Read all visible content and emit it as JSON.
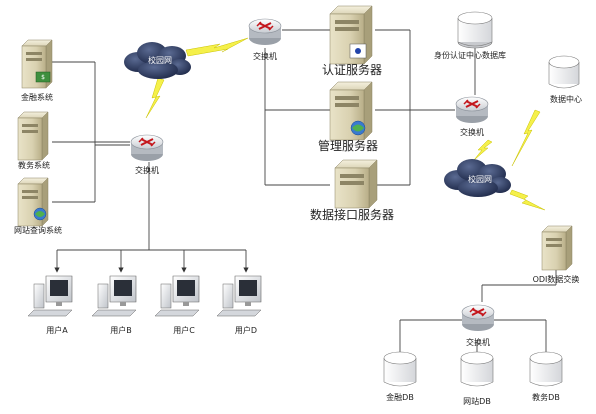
{
  "nodes": {
    "cloud_left": {
      "label": "校园网"
    },
    "cloud_right": {
      "label": "校园网"
    },
    "switch_top": {
      "label": "交换机"
    },
    "switch_left": {
      "label": "交换机"
    },
    "switch_right": {
      "label": "交换机"
    },
    "switch_bottom": {
      "label": "交换机"
    },
    "server_finance": {
      "label": "金融系统"
    },
    "server_academic": {
      "label": "教务系统"
    },
    "server_web": {
      "label": "网站查询系统"
    },
    "server_auth": {
      "label": "认证服务器"
    },
    "server_mgmt": {
      "label": "管理服务器"
    },
    "server_data": {
      "label": "数据接口服务器"
    },
    "server_odi": {
      "label": "ODI数据交换"
    },
    "db_identity": {
      "label": "身份认证中心数据库"
    },
    "db_datacenter": {
      "label": "数据中心"
    },
    "db_finance": {
      "label": "金融DB"
    },
    "db_web": {
      "label": "网站DB"
    },
    "db_academic": {
      "label": "教务DB"
    },
    "user_a": {
      "label": "用户A"
    },
    "user_b": {
      "label": "用户B"
    },
    "user_c": {
      "label": "用户C"
    },
    "user_d": {
      "label": "用户D"
    }
  }
}
